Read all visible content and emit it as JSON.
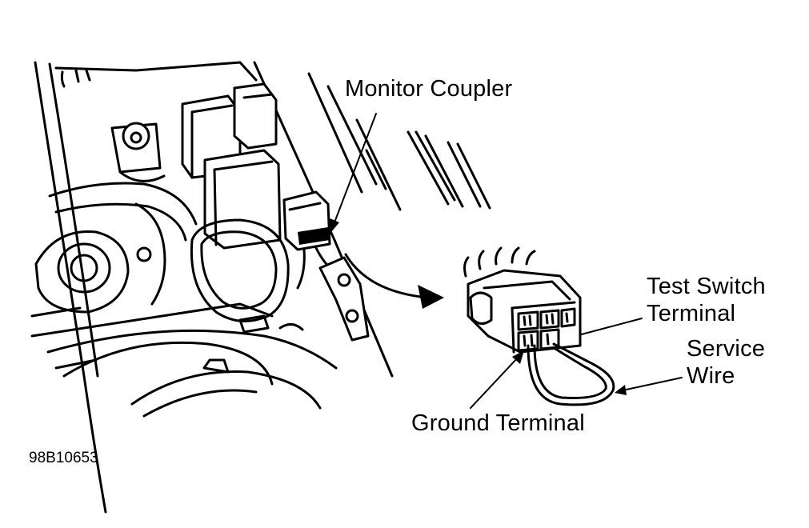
{
  "labels": {
    "monitor_coupler": "Monitor Coupler",
    "test_switch_line1": "Test Switch",
    "test_switch_line2": "Terminal",
    "service_line1": "Service",
    "service_line2": "Wire",
    "ground_terminal": "Ground Terminal",
    "figure_code": "98B10653"
  }
}
